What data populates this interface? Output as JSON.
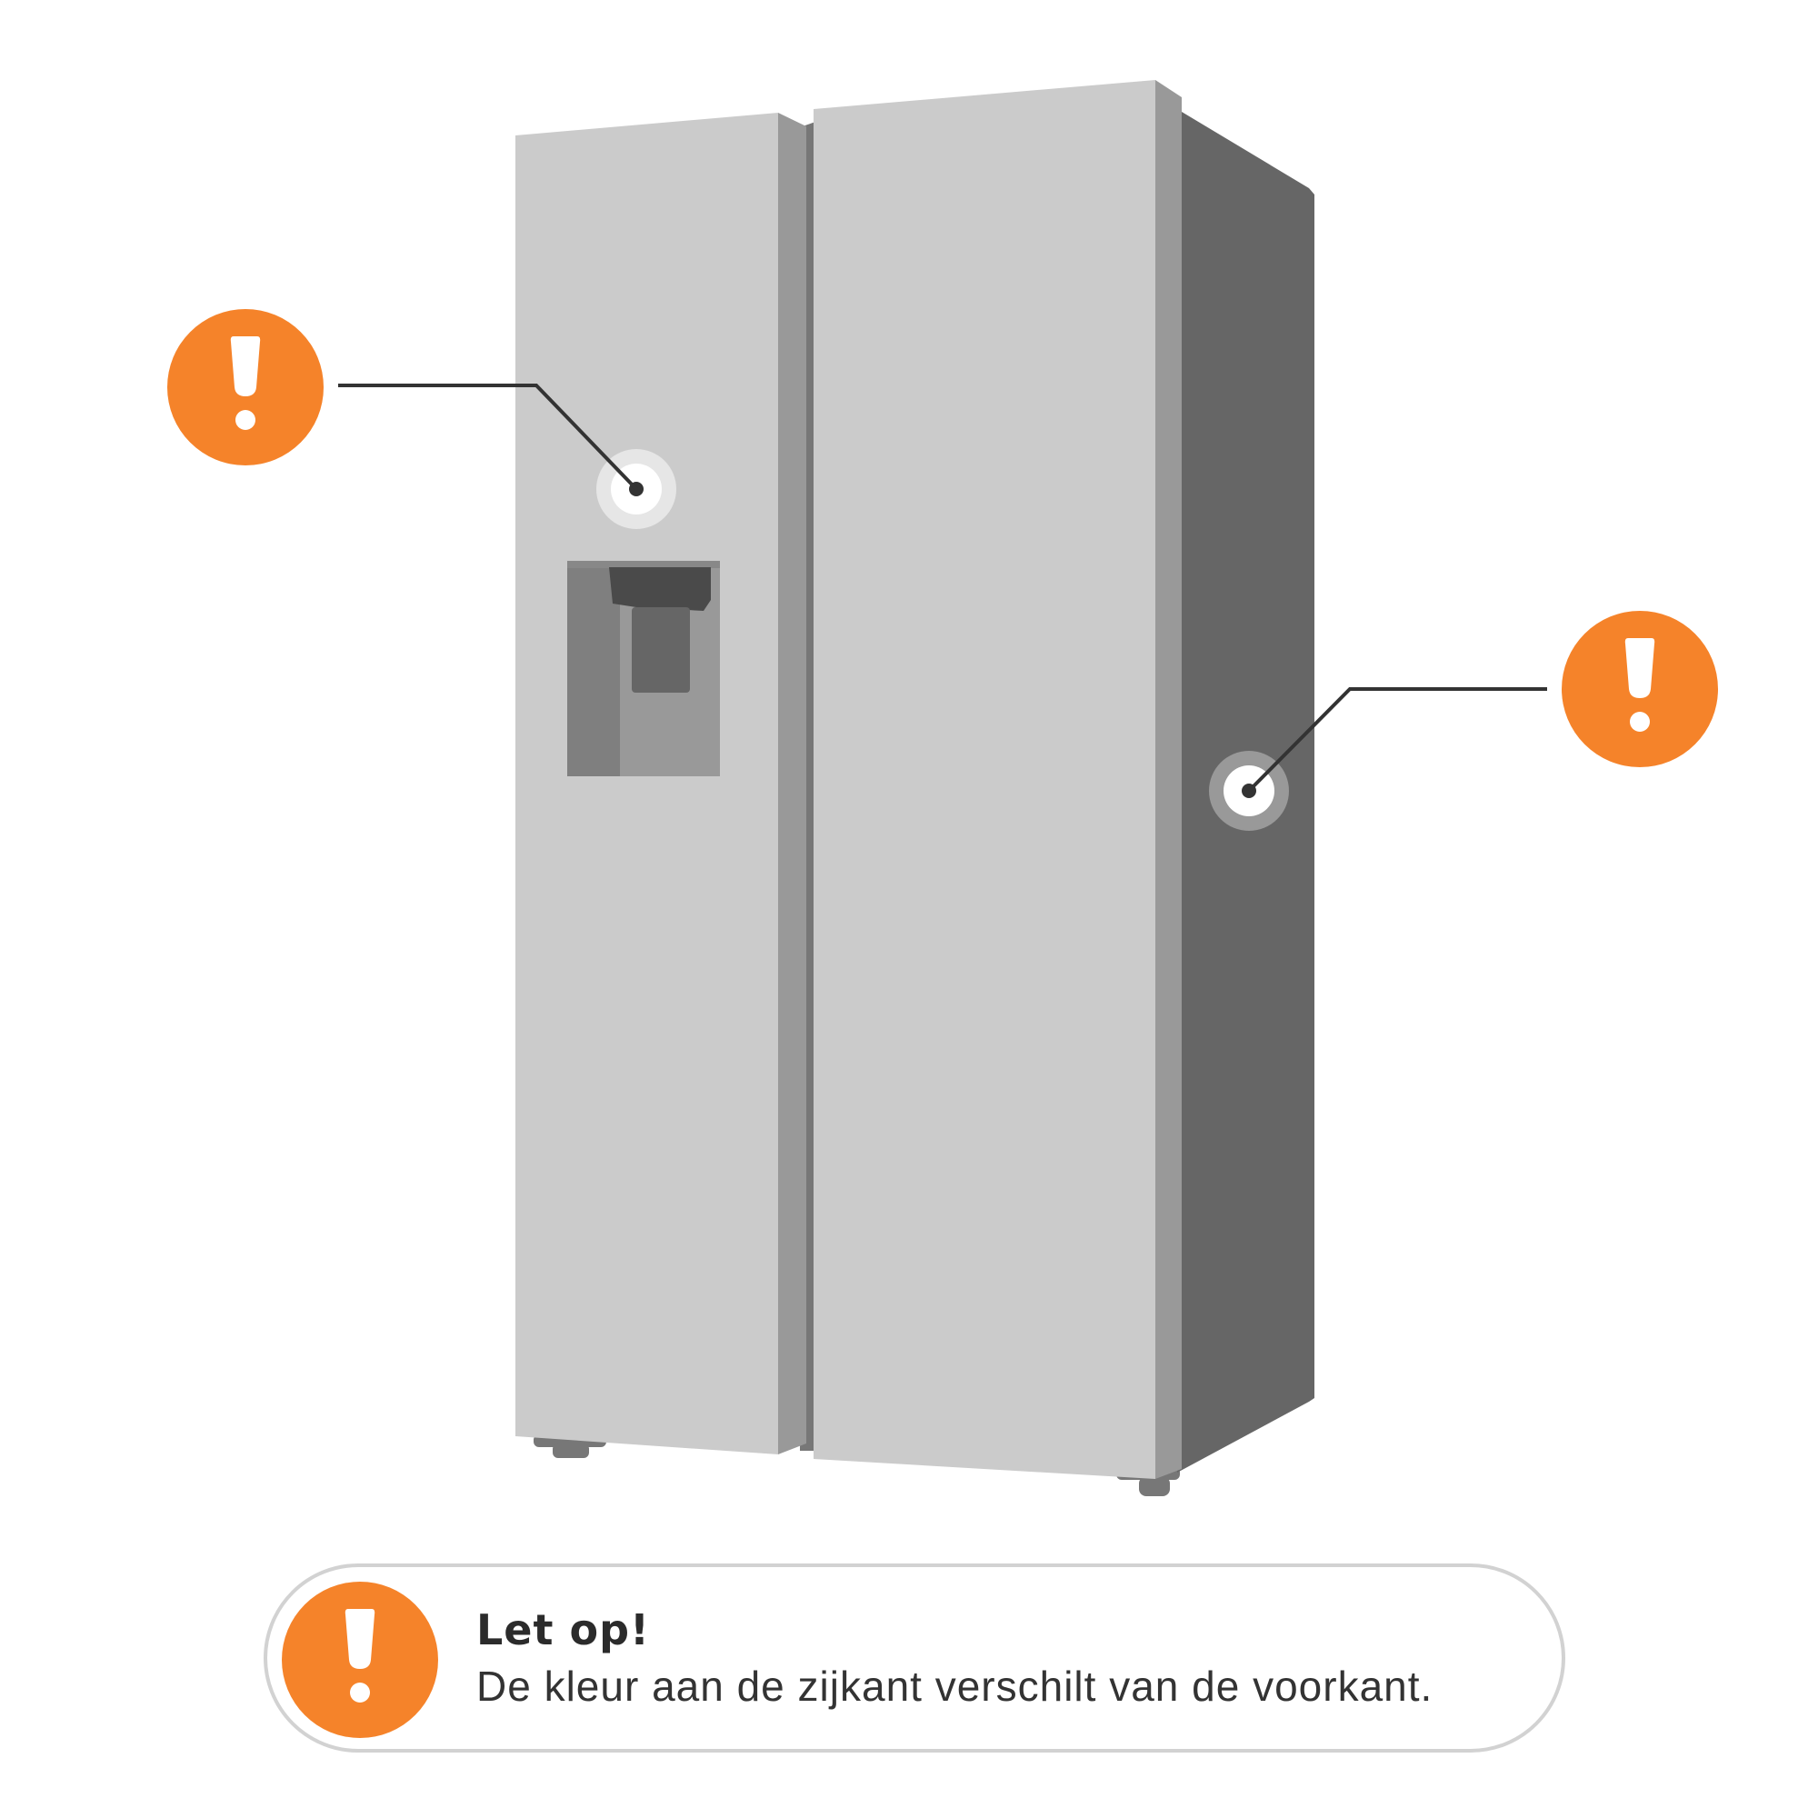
{
  "colors": {
    "accent": "#f5832a",
    "front_panel": "#cbcbcb",
    "door_edge": "#999999",
    "side_panel": "#666666",
    "leader_line": "#333333"
  },
  "icons": {
    "warning": "exclamation-circle-icon"
  },
  "markers": [
    {
      "id": "front",
      "target": "dispenser door front"
    },
    {
      "id": "side",
      "target": "cabinet side panel"
    }
  ],
  "notice": {
    "title": "Let op!",
    "text": "De kleur aan de zijkant verschilt van de voorkant."
  }
}
